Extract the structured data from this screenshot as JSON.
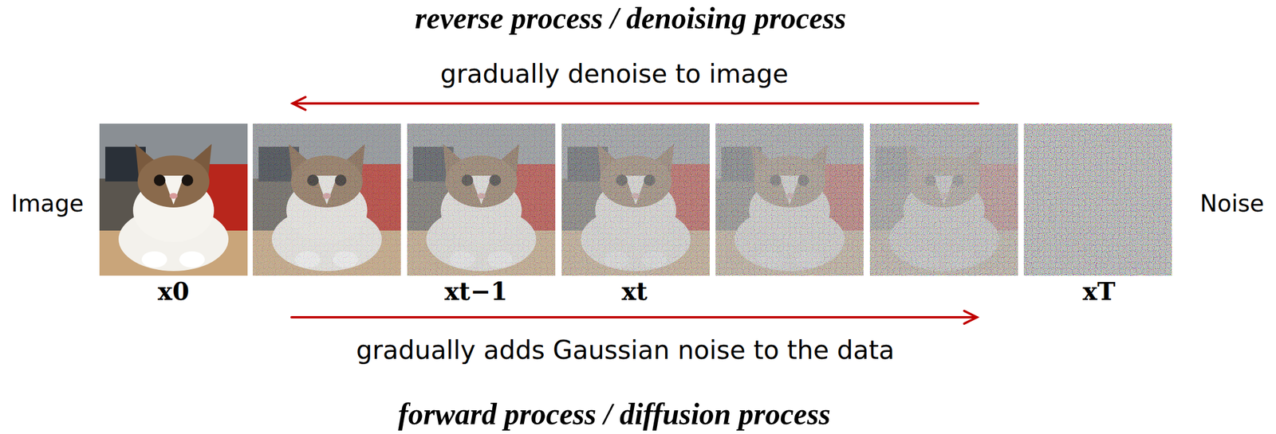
{
  "diagram": {
    "labels": [
      "reverse process / denoising process",
      "gradually denoise to image",
      "Image",
      "Noise",
      "x0",
      "xt−1",
      "xt",
      "xT",
      "gradually adds Gaussian noise to the data",
      "forward process / diffusion process"
    ]
  }
}
